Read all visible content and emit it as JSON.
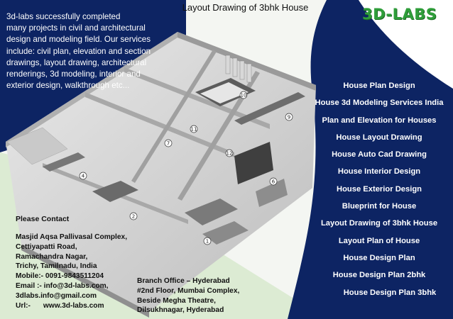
{
  "title": "Layout Drawing of 3bhk House",
  "logo_text": "3D-LABS",
  "intro_lines": [
    "3d-labs successfully completed",
    "many projects in civil and architectural",
    "design and modeling field.  Our services",
    "include: civil plan, elevation and section",
    "drawings, layout drawing, architectural",
    "renderings, 3d modeling, interior and",
    "exterior design, walkthrough etc..."
  ],
  "services": [
    "House Plan Design",
    "House 3d Modeling Services India",
    "Plan and Elevation for Houses",
    "House Layout Drawing",
    "House Auto Cad Drawing",
    "House Interior Design",
    "House Exterior Design",
    "Blueprint for House",
    "Layout Drawing of 3bhk House",
    "Layout Plan of House",
    "House Design Plan",
    "House Design Plan 2bhk",
    "House Design Plan 3bhk"
  ],
  "contact": {
    "heading": "Please Contact",
    "address_lines": [
      "Masjid Aqsa Pallivasal Complex,",
      "Cettiyapatti Road,",
      "Ramachandra Nagar,",
      "Trichy, Tamilnadu, India",
      "Mobile:- 0091-9843511204",
      "Email :- info@3d-labs.com,",
      "3dlabs.info@gmail.com"
    ],
    "url_label": "Url:-",
    "url_value": "www.3d-labs.com",
    "branch_lines": [
      "Branch Office – Hyderabad",
      "#2nd Floor, Mumbai Complex,",
      "Beside Megha Theatre,",
      "Dilsukhnagar, Hyderabad"
    ]
  },
  "room_numbers": [
    "1",
    "2",
    "4",
    "6",
    "7",
    "9",
    "10",
    "11",
    "12"
  ],
  "colors": {
    "navy": "#0d2463",
    "logo_green": "#2f9e3a",
    "light_green": "#dcebd3"
  }
}
